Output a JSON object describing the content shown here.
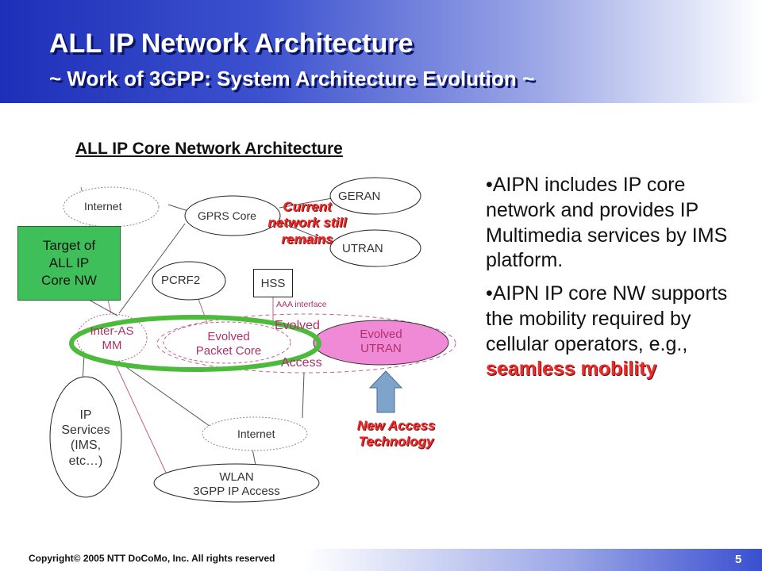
{
  "header": {
    "title": "ALL IP Network Architecture",
    "subtitle": "~ Work of 3GPP: System Architecture Evolution ~"
  },
  "diagram": {
    "title": "ALL IP Core Network Architecture",
    "nodes": {
      "internet_top": "Internet",
      "gprs_core": "GPRS Core",
      "geran": "GERAN",
      "utran": "UTRAN",
      "pcrf2": "PCRF2",
      "hss": "HSS",
      "aaa_interface": "AAA interface",
      "inter_as_mm": [
        "Inter-AS",
        "MM"
      ],
      "evolved_packet_core": [
        "Evolved",
        "Packet Core"
      ],
      "evolved_access": [
        "Evolved",
        "Access"
      ],
      "evolved_utran": [
        "Evolved",
        "UTRAN"
      ],
      "internet_bottom": "Internet",
      "wlan": [
        "WLAN",
        "3GPP IP Access"
      ],
      "ip_services": [
        "IP",
        "Services",
        "(IMS,",
        "etc…)"
      ]
    },
    "target_box": [
      "Target of",
      "ALL IP",
      "Core NW"
    ],
    "current_note": [
      "Current",
      "network still",
      "remains"
    ],
    "new_access": [
      "New Access",
      "Technology"
    ],
    "colors": {
      "highlight_ring": "#4cbb3c",
      "target_fill": "#3fbf5a",
      "arrow_fill": "#7fa4cc",
      "evolved_utran_fill": "#f08ad6",
      "accent_red": "#ee2b2b"
    }
  },
  "bullets": {
    "b1": "•AIPN includes IP core network and provides IP Multimedia services by IMS platform.",
    "b2_main": "•AIPN IP core NW supports the mobility required by cellular operators, e.g.,",
    "b2_accent": "seamless mobility"
  },
  "footer": {
    "copyright": "Copyright© 2005 NTT DoCoMo, Inc. All rights reserved",
    "page": "5"
  }
}
